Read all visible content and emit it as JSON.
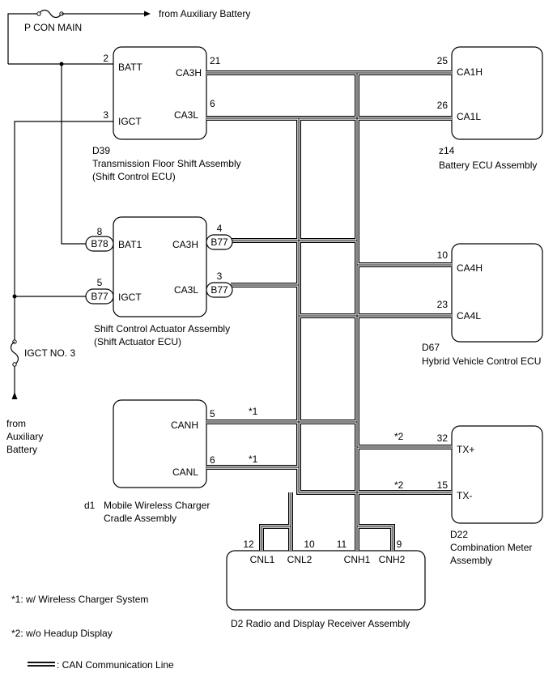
{
  "power": {
    "from_aux_battery_top": "from Auxiliary Battery",
    "fuse_main": "P CON MAIN",
    "fuse_igct": "IGCT NO. 3",
    "from_aux_battery_bottom": [
      "from",
      "Auxiliary",
      "Battery"
    ]
  },
  "shift_ecu": {
    "code": "D39",
    "name": "Transmission Floor Shift Assembly",
    "sub": "(Shift Control ECU)",
    "pins": {
      "batt": "BATT",
      "igct": "IGCT",
      "ca3h": "CA3H",
      "ca3l": "CA3L"
    },
    "pin_numbers": {
      "batt": "2",
      "igct": "3",
      "ca3h": "21",
      "ca3l": "6"
    }
  },
  "actuator": {
    "name": "Shift Control Actuator Assembly",
    "sub": "(Shift Actuator ECU)",
    "pins": {
      "bat1": "BAT1",
      "igct": "IGCT",
      "ca3h": "CA3H",
      "ca3l": "CA3L"
    },
    "pin_numbers": {
      "bat1": "8",
      "igct": "5",
      "ca3h": "4",
      "ca3l": "3"
    },
    "connectors": {
      "bat1": "B78",
      "igct": "B77",
      "ca3h": "B77",
      "ca3l": "B77"
    }
  },
  "charger": {
    "code": "d1",
    "name": "Mobile Wireless Charger",
    "sub": "Cradle Assembly",
    "pins": {
      "canh": "CANH",
      "canl": "CANL"
    },
    "pin_numbers": {
      "canh": "5",
      "canl": "6"
    },
    "notes": {
      "canh": "*1",
      "canl": "*1"
    }
  },
  "battery_ecu": {
    "code": "z14",
    "name": "Battery ECU Assembly",
    "pins": {
      "ca1h": "CA1H",
      "ca1l": "CA1L"
    },
    "pin_numbers": {
      "ca1h": "25",
      "ca1l": "26"
    }
  },
  "hv_ecu": {
    "code": "D67",
    "name": "Hybrid Vehicle Control ECU",
    "pins": {
      "ca4h": "CA4H",
      "ca4l": "CA4L"
    },
    "pin_numbers": {
      "ca4h": "10",
      "ca4l": "23"
    }
  },
  "meter": {
    "code": "D22",
    "name": "Combination Meter",
    "sub": "Assembly",
    "pins": {
      "txp": "TX+",
      "txm": "TX-"
    },
    "pin_numbers": {
      "txp": "32",
      "txm": "15"
    },
    "notes": {
      "txp": "*2",
      "txm": "*2"
    }
  },
  "radio": {
    "name": "D2 Radio and Display Receiver Assembly",
    "pins": {
      "cnl1": "CNL1",
      "cnl2": "CNL2",
      "cnh1": "CNH1",
      "cnh2": "CNH2"
    },
    "pin_numbers": {
      "cnl1": "12",
      "cnl2": "10",
      "cnh1": "11",
      "cnh2": "9"
    }
  },
  "legend": {
    "note1": "*1: w/ Wireless Charger System",
    "note2": "*2: w/o Headup Display",
    "can_line": ": CAN Communication Line"
  }
}
